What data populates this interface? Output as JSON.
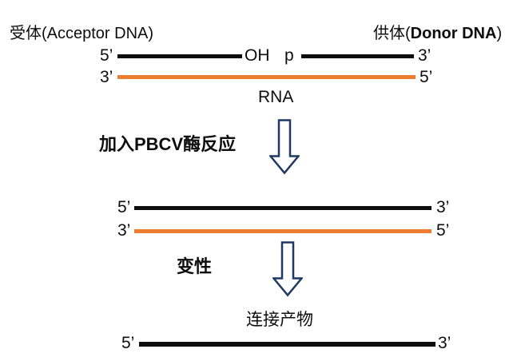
{
  "colors": {
    "strand_black": "#0d0d0d",
    "strand_orange": "#ED7D31",
    "arrow_outline": "#1F3864",
    "arrow_fill": "#ffffff",
    "background": "#ffffff"
  },
  "top_section": {
    "acceptor_label": "受体(Acceptor DNA)",
    "donor_label": {
      "prefix": "供体(",
      "bold": "Donor DNA",
      "suffix": ")"
    },
    "upper_strand": {
      "left_end": "5’",
      "oh_label": "OH",
      "p_label": "p",
      "right_end": "3’"
    },
    "lower_strand": {
      "left_end": "3’",
      "right_end": "5’",
      "label": "RNA"
    }
  },
  "step1": {
    "label": "加入PBCV酶反应"
  },
  "middle_section": {
    "upper_strand": {
      "left_end": "5’",
      "right_end": "3’"
    },
    "lower_strand": {
      "left_end": "3’",
      "right_end": "5’"
    }
  },
  "step2": {
    "label": "变性"
  },
  "bottom_section": {
    "product_label": "连接产物",
    "strand": {
      "left_end": "5’",
      "right_end": "3’"
    }
  }
}
